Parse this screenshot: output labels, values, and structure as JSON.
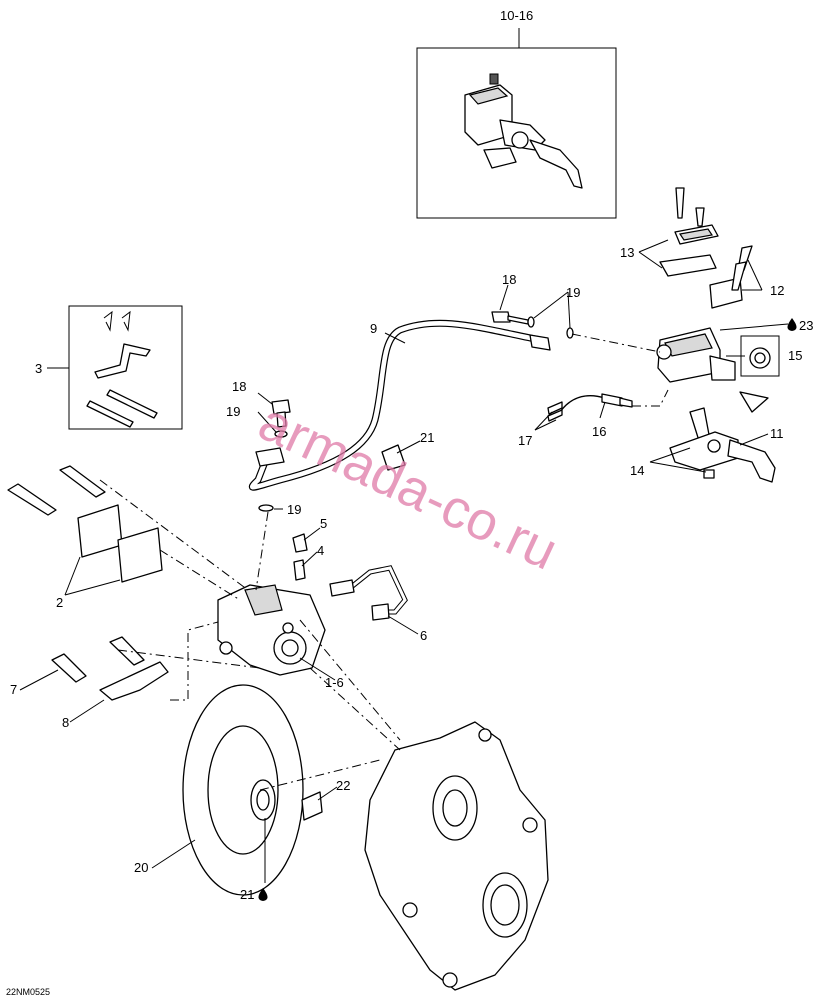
{
  "callouts": {
    "c10_16": "10-16",
    "c13": "13",
    "c12": "12",
    "c18a": "18",
    "c19a": "19",
    "c9": "9",
    "c23": "23",
    "c15": "15",
    "c3": "3",
    "c18b": "18",
    "c19b": "19",
    "c21a": "21",
    "c17": "17",
    "c16": "16",
    "c11": "11",
    "c14": "14",
    "c19c": "19",
    "c5": "5",
    "c4": "4",
    "c2": "2",
    "c6": "6",
    "c1_6": "1-6",
    "c7": "7",
    "c8": "8",
    "c22": "22",
    "c20": "20",
    "c21b": "21"
  },
  "diagram_code": "22NM0525",
  "watermark": "armada-co.ru",
  "colors": {
    "watermark": "#e07aa8",
    "line": "#000000",
    "background": "#ffffff"
  }
}
